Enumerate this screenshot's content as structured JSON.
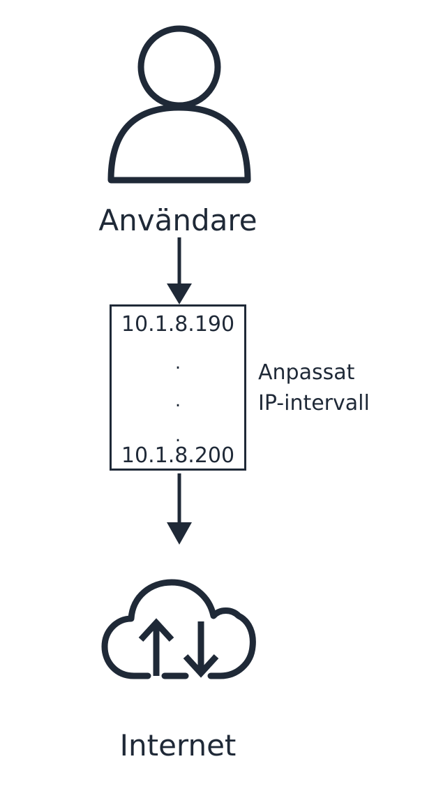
{
  "user": {
    "icon": "user-icon",
    "label": "Användare"
  },
  "ip_range": {
    "start": "10.1.8.190",
    "dot": ".",
    "end": "10.1.8.200",
    "label_line1": "Anpassat",
    "label_line2": "IP-intervall"
  },
  "internet": {
    "icon": "cloud-upload-download-icon",
    "label": "Internet"
  },
  "colors": {
    "stroke": "#1f2937",
    "background": "#ffffff"
  }
}
